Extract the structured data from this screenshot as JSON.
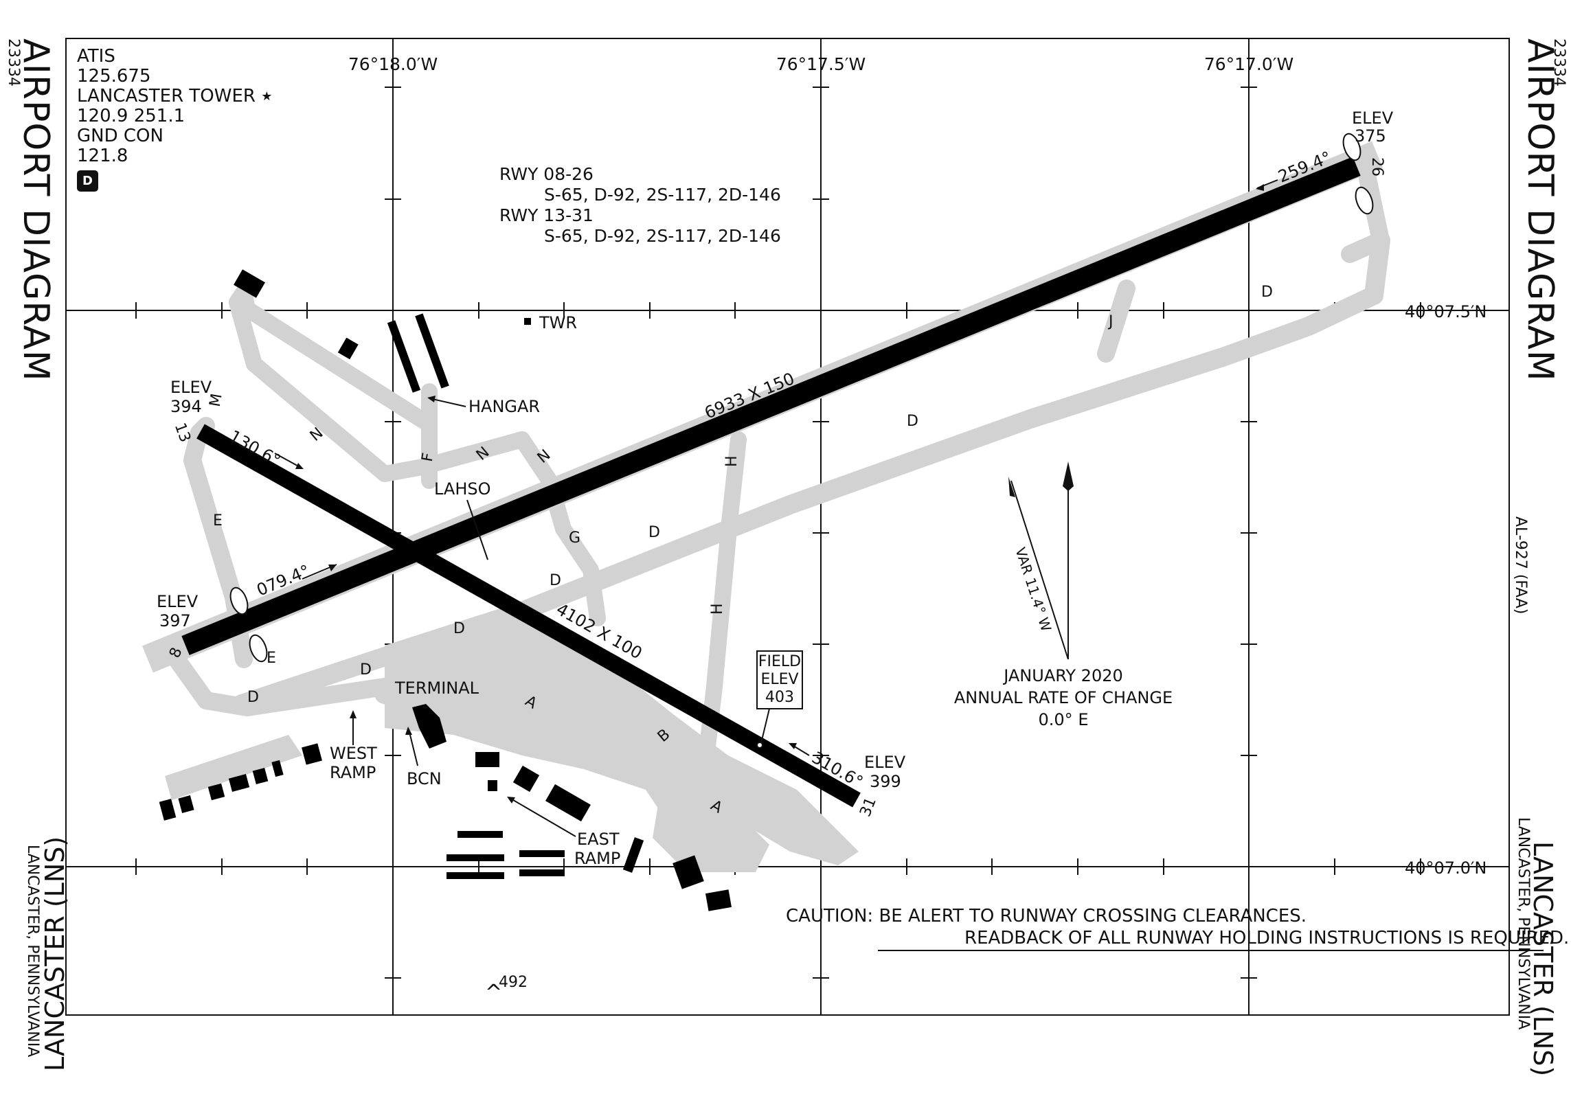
{
  "diagram": {
    "title": "AIRPORT DIAGRAM",
    "chart_number": "23334",
    "airport_name": "LANCASTER (LNS)",
    "location": "LANCASTER, PENNSYLVANIA",
    "chart_id": "AL-927 (FAA)",
    "frequencies": {
      "atis_label": "ATIS",
      "atis_freq": "125.675",
      "tower_label": "LANCASTER TOWER",
      "tower_freq": "120.9  251.1",
      "gnd_label": "GND CON",
      "gnd_freq": "121.8",
      "d_badge": "D"
    },
    "runway_strength": {
      "rwy1_label": "RWY 08-26",
      "rwy1_values": "S-65, D-92, 2S-117, 2D-146",
      "rwy2_label": "RWY 13-31",
      "rwy2_values": "S-65, D-92, 2S-117, 2D-146"
    },
    "grid": {
      "lon_left": "76°18.0′W",
      "lon_mid": "76°17.5′W",
      "lon_right": "76°17.0′W",
      "lat_top": "40°07.5′N",
      "lat_bottom": "40°07.0′N"
    },
    "runways": {
      "rwy8_26_size": "6933 X 150",
      "rwy13_31_size": "4102 X 100",
      "rwy8_heading": "079.4°",
      "rwy26_heading": "259.4°",
      "rwy13_heading": "130.6°",
      "rwy31_heading": "310.6°",
      "end_8": "8",
      "end_26": "26",
      "end_13": "13",
      "end_31": "31"
    },
    "elevations": {
      "elev_label": "ELEV",
      "elev_8": "397",
      "elev_13": "394",
      "elev_26": "375",
      "elev_31": "399",
      "field_elev_line1": "FIELD",
      "field_elev_line2": "ELEV",
      "field_elev_value": "403",
      "obstacle": "492"
    },
    "features": {
      "tower": "TWR",
      "hangar": "HANGAR",
      "lahso": "LAHSO",
      "terminal": "TERMINAL",
      "bcn": "BCN",
      "west_ramp_1": "WEST",
      "west_ramp_2": "RAMP",
      "east_ramp_1": "EAST",
      "east_ramp_2": "RAMP"
    },
    "taxiways": {
      "d": "D",
      "e": "E",
      "j": "J",
      "n": "N",
      "f": "F",
      "g": "G",
      "h": "H",
      "a": "A",
      "b": "B",
      "m": "M"
    },
    "magnetic": {
      "var_label": "VAR 11.4° W",
      "date": "JANUARY 2020",
      "rate_label": "ANNUAL RATE OF CHANGE",
      "rate_value": "0.0° E"
    },
    "caution": {
      "line1": "CAUTION: BE ALERT TO RUNWAY CROSSING CLEARANCES.",
      "line2": "READBACK OF ALL RUNWAY HOLDING INSTRUCTIONS IS REQUIRED."
    }
  }
}
